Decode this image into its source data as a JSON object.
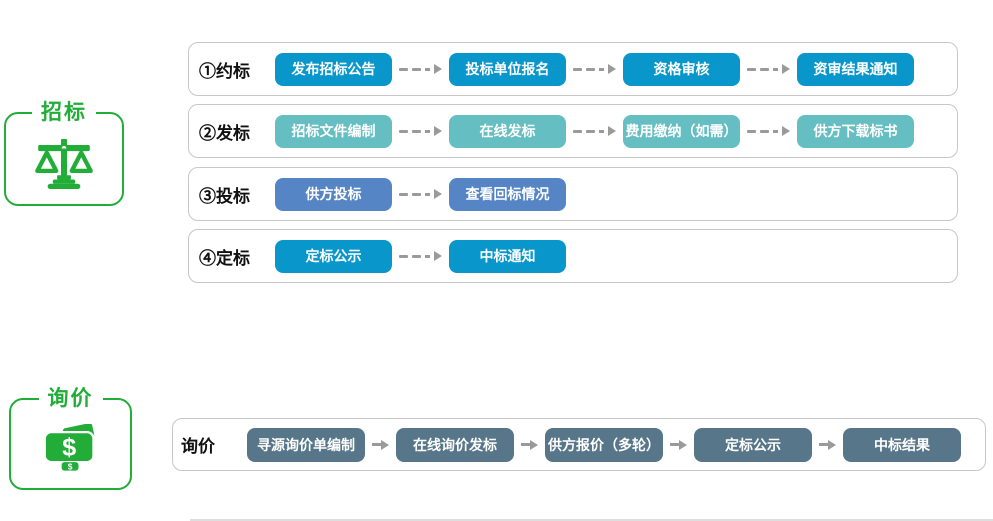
{
  "colors": {
    "green": "#22AC38",
    "blue": "#0997CB",
    "teal": "#65BEC2",
    "muted_blue": "#5585C5",
    "slate": "#587689",
    "arrow": "#9A9A9A",
    "row_border": "#C7C7C7"
  },
  "bidding_group": {
    "label": "招标",
    "icon": "scale-icon"
  },
  "inquiry_group": {
    "label": "询价",
    "icon": "money-icon"
  },
  "bidding_section": {
    "arrow_style": "dashed",
    "rows": [
      {
        "label": "①约标",
        "color": "blue",
        "steps": [
          "发布招标公告",
          "投标单位报名",
          "资格审核",
          "资审结果通知"
        ]
      },
      {
        "label": "②发标",
        "color": "teal",
        "steps": [
          "招标文件编制",
          "在线发标",
          "费用缴纳（如需）",
          "供方下载标书"
        ]
      },
      {
        "label": "③投标",
        "color": "muted_blue",
        "steps": [
          "供方投标",
          "查看回标情况"
        ]
      },
      {
        "label": "④定标",
        "color": "blue",
        "steps": [
          "定标公示",
          "中标通知"
        ]
      }
    ]
  },
  "inquiry_section": {
    "arrow_style": "solid",
    "rows": [
      {
        "label": "询价",
        "color": "slate",
        "steps": [
          "寻源询价单编制",
          "在线询价发标",
          "供方报价（多轮）",
          "定标公示",
          "中标结果"
        ]
      }
    ]
  }
}
